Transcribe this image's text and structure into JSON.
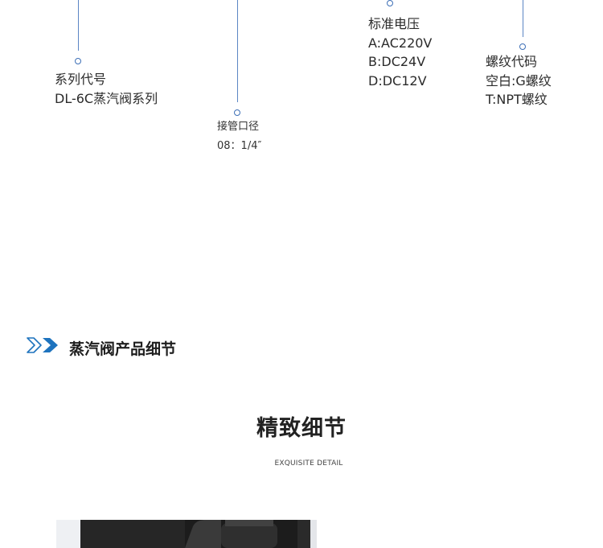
{
  "annotations": {
    "series": {
      "title": "系列代号",
      "value": "DL-6C蒸汽阀系列"
    },
    "port": {
      "title": "接管口径",
      "value": "08：1/4″"
    },
    "voltage": {
      "title": "标准电压",
      "options": [
        "A:AC220V",
        "B:DC24V",
        "D:DC12V"
      ]
    },
    "thread": {
      "title": "螺纹代码",
      "options": [
        "空白:G螺纹",
        "T:NPT螺纹"
      ]
    }
  },
  "section": {
    "title": "蒸汽阀产品细节"
  },
  "detail": {
    "heading": "精致细节",
    "subheading": "EXQUISITE  DETAIL"
  },
  "colors": {
    "accent": "#1e73be",
    "line": "#5b85c4"
  }
}
